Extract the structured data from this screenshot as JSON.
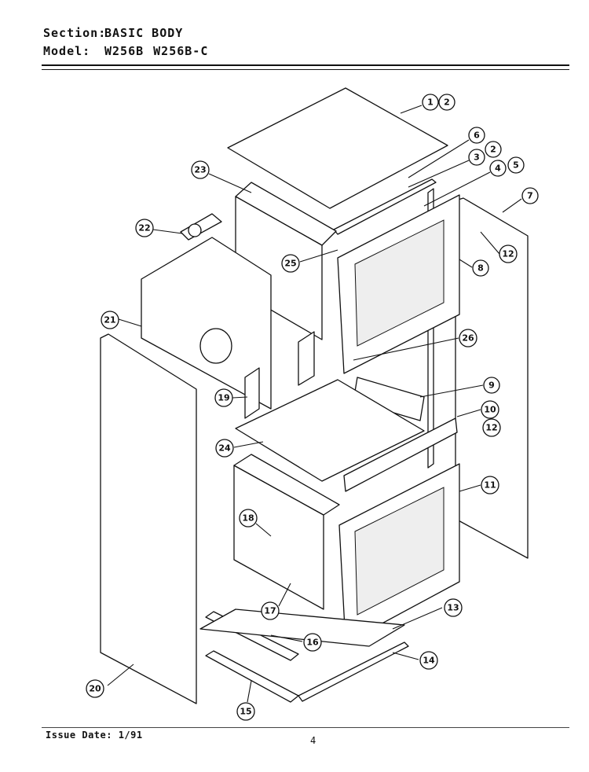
{
  "header": {
    "section_key": "Section:",
    "section_value": "BASIC BODY",
    "model_key": "Model:",
    "models": [
      "W256B",
      "W256B-C"
    ]
  },
  "footer": {
    "issue_date": "Issue Date: 1/91",
    "page_number": "4"
  },
  "callouts": [
    {
      "id": "c1",
      "label": "1"
    },
    {
      "id": "c2a",
      "label": "2"
    },
    {
      "id": "c6",
      "label": "6"
    },
    {
      "id": "c2b",
      "label": "2"
    },
    {
      "id": "c3",
      "label": "3"
    },
    {
      "id": "c4",
      "label": "4"
    },
    {
      "id": "c5",
      "label": "5"
    },
    {
      "id": "c7",
      "label": "7"
    },
    {
      "id": "c23",
      "label": "23"
    },
    {
      "id": "c22",
      "label": "22"
    },
    {
      "id": "c12a",
      "label": "12"
    },
    {
      "id": "c25",
      "label": "25"
    },
    {
      "id": "c8",
      "label": "8"
    },
    {
      "id": "c21",
      "label": "21"
    },
    {
      "id": "c26",
      "label": "26"
    },
    {
      "id": "c9",
      "label": "9"
    },
    {
      "id": "c19",
      "label": "19"
    },
    {
      "id": "c10",
      "label": "10"
    },
    {
      "id": "c12b",
      "label": "12"
    },
    {
      "id": "c24",
      "label": "24"
    },
    {
      "id": "c11",
      "label": "11"
    },
    {
      "id": "c18",
      "label": "18"
    },
    {
      "id": "c17",
      "label": "17"
    },
    {
      "id": "c13",
      "label": "13"
    },
    {
      "id": "c16",
      "label": "16"
    },
    {
      "id": "c14",
      "label": "14"
    },
    {
      "id": "c20",
      "label": "20"
    },
    {
      "id": "c15",
      "label": "15"
    }
  ]
}
